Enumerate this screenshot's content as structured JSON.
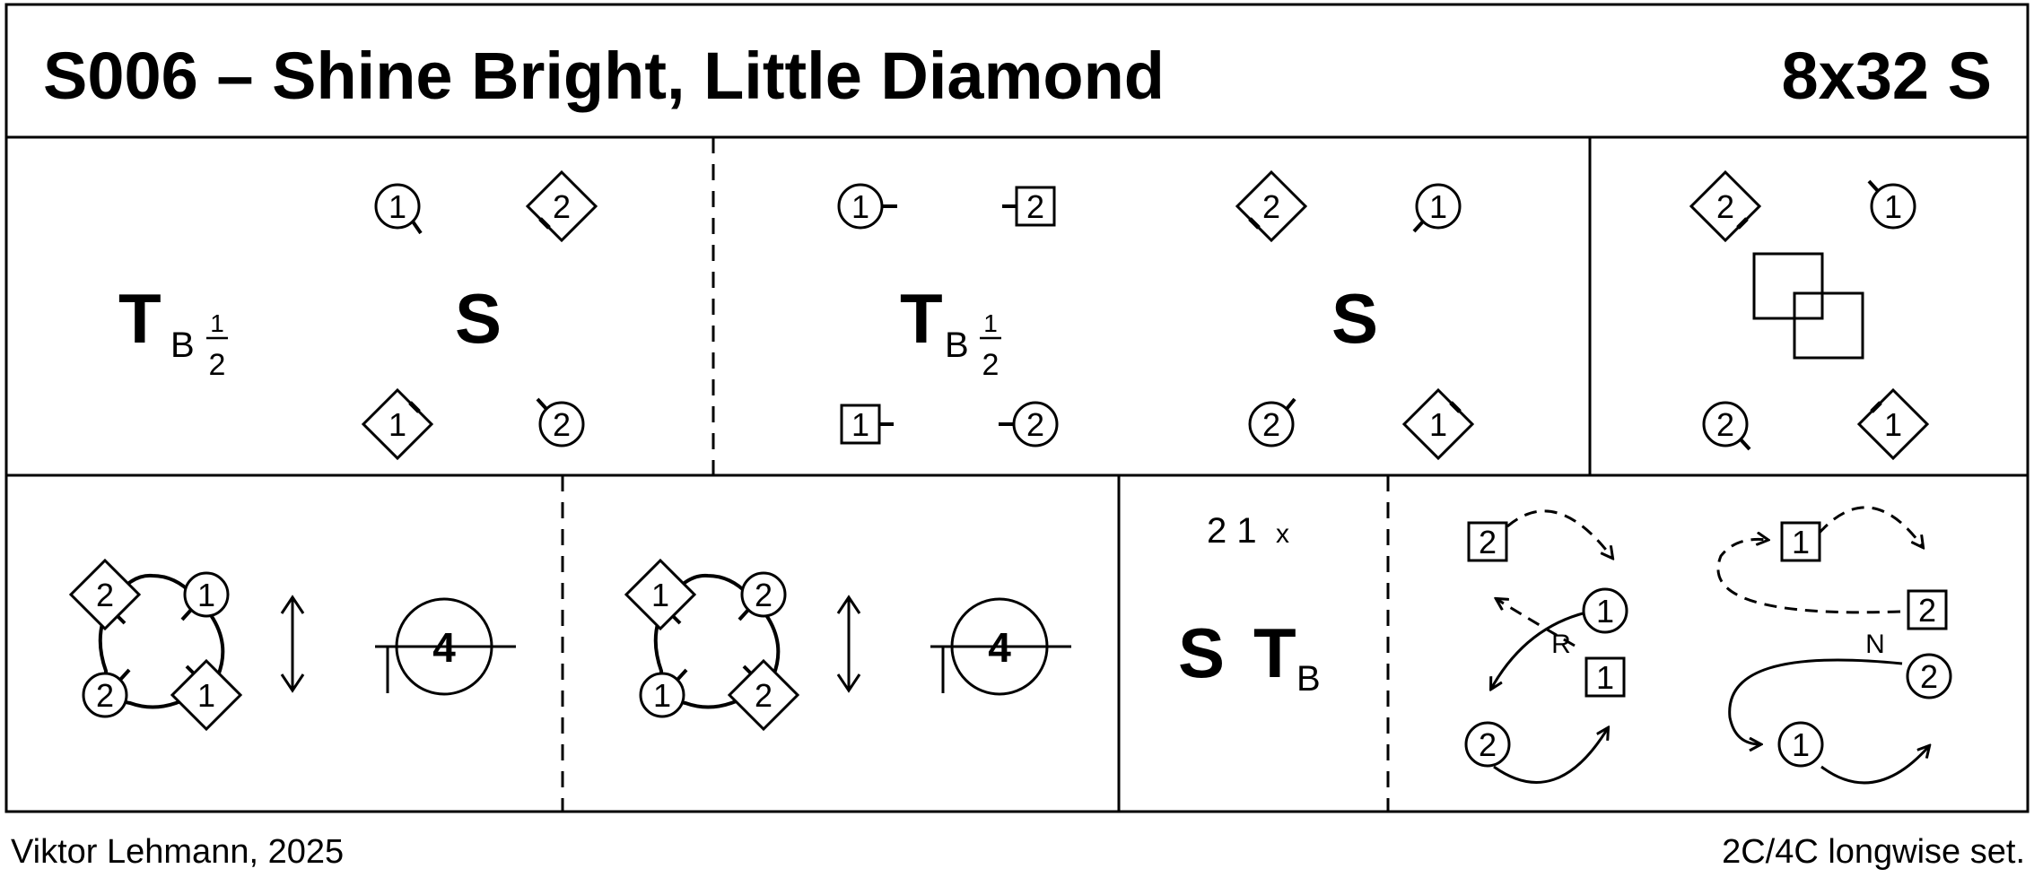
{
  "header": {
    "title": "S006 – Shine Bright, Little Diamond",
    "formation": "8x32 S"
  },
  "bars": {
    "b1_8": {
      "figures": [
        {
          "letter": "T",
          "sub": "B",
          "frac_num": "1",
          "frac_den": "2"
        },
        {
          "letter": "S"
        }
      ],
      "dancers": [
        "1",
        "2",
        "1",
        "2"
      ]
    },
    "b9_16": {
      "figures": [
        {
          "letter": "T",
          "sub": "B",
          "frac_num": "1",
          "frac_den": "2"
        },
        {
          "letter": "S"
        }
      ],
      "dancers_a": [
        "1",
        "2",
        "1",
        "2"
      ],
      "dancers_b": [
        "2",
        "1",
        "2",
        "1"
      ]
    },
    "b17_24": {
      "dancers": [
        "2",
        "1",
        "2",
        "1"
      ]
    },
    "b25_32a": {
      "dancers": [
        "2",
        "1",
        "2",
        "1"
      ],
      "count": "4"
    },
    "b25_32b": {
      "dancers": [
        "1",
        "2",
        "1",
        "2"
      ],
      "count": "4"
    },
    "b33_40": {
      "repeat_label": "2 1",
      "repeat_suffix": "x",
      "letter_s": "S",
      "letter_t": "T",
      "sub": "B"
    },
    "b41_48": {
      "left": {
        "dancers": [
          "2",
          "1",
          "1",
          "2"
        ],
        "label": "R"
      },
      "right": {
        "dancers": [
          "1",
          "2",
          "2",
          "1"
        ],
        "label": "N"
      }
    }
  },
  "footer": {
    "author": "Viktor Lehmann, 2025",
    "set": "2C/4C longwise set."
  }
}
